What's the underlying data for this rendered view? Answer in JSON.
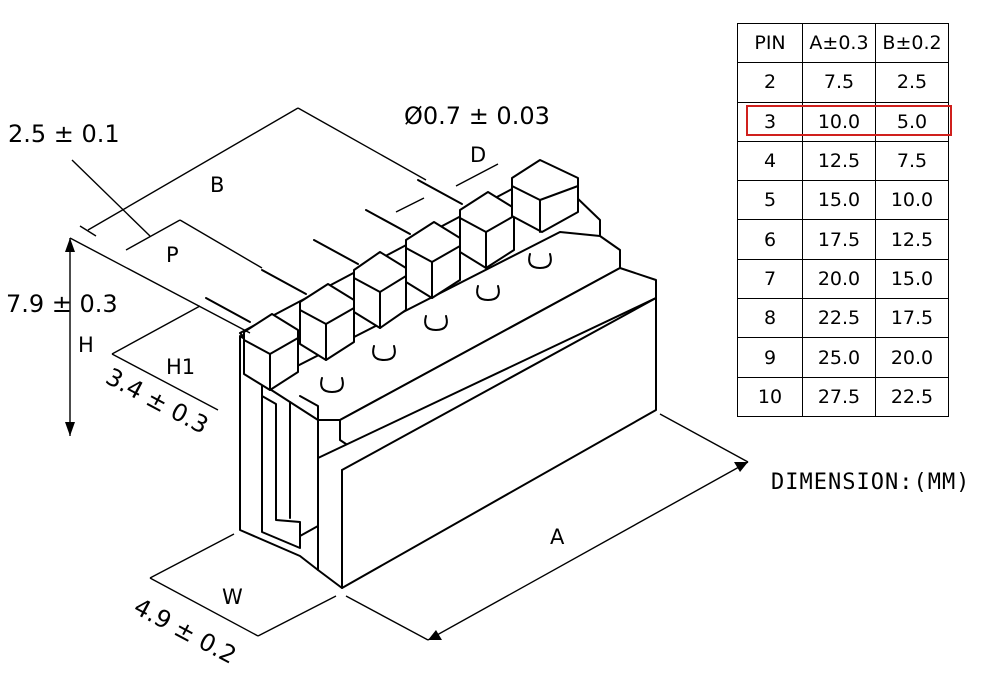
{
  "labels": {
    "tol_pitch": "2.5 ± 0.1",
    "tol_height": "7.9 ± 0.3",
    "tol_h1": "3.4 ± 0.3",
    "tol_width": "4.9 ± 0.2",
    "tol_pin_dia": "Ø0.7 ± 0.03",
    "letter_B": "B",
    "letter_P": "P",
    "letter_H": "H",
    "letter_H1": "H1",
    "letter_D": "D",
    "letter_W": "W",
    "letter_A": "A"
  },
  "table": {
    "headers": [
      "PIN",
      "A±0.3",
      "B±0.2"
    ],
    "rows": [
      [
        "2",
        "7.5",
        "2.5"
      ],
      [
        "3",
        "10.0",
        "5.0"
      ],
      [
        "4",
        "12.5",
        "7.5"
      ],
      [
        "5",
        "15.0",
        "10.0"
      ],
      [
        "6",
        "17.5",
        "12.5"
      ],
      [
        "7",
        "20.0",
        "15.0"
      ],
      [
        "8",
        "22.5",
        "17.5"
      ],
      [
        "9",
        "25.0",
        "20.0"
      ],
      [
        "10",
        "27.5",
        "22.5"
      ]
    ],
    "highlight_color": "#d0201d",
    "highlighted_pin": "3"
  },
  "note": "DIMENSION:(MM)"
}
